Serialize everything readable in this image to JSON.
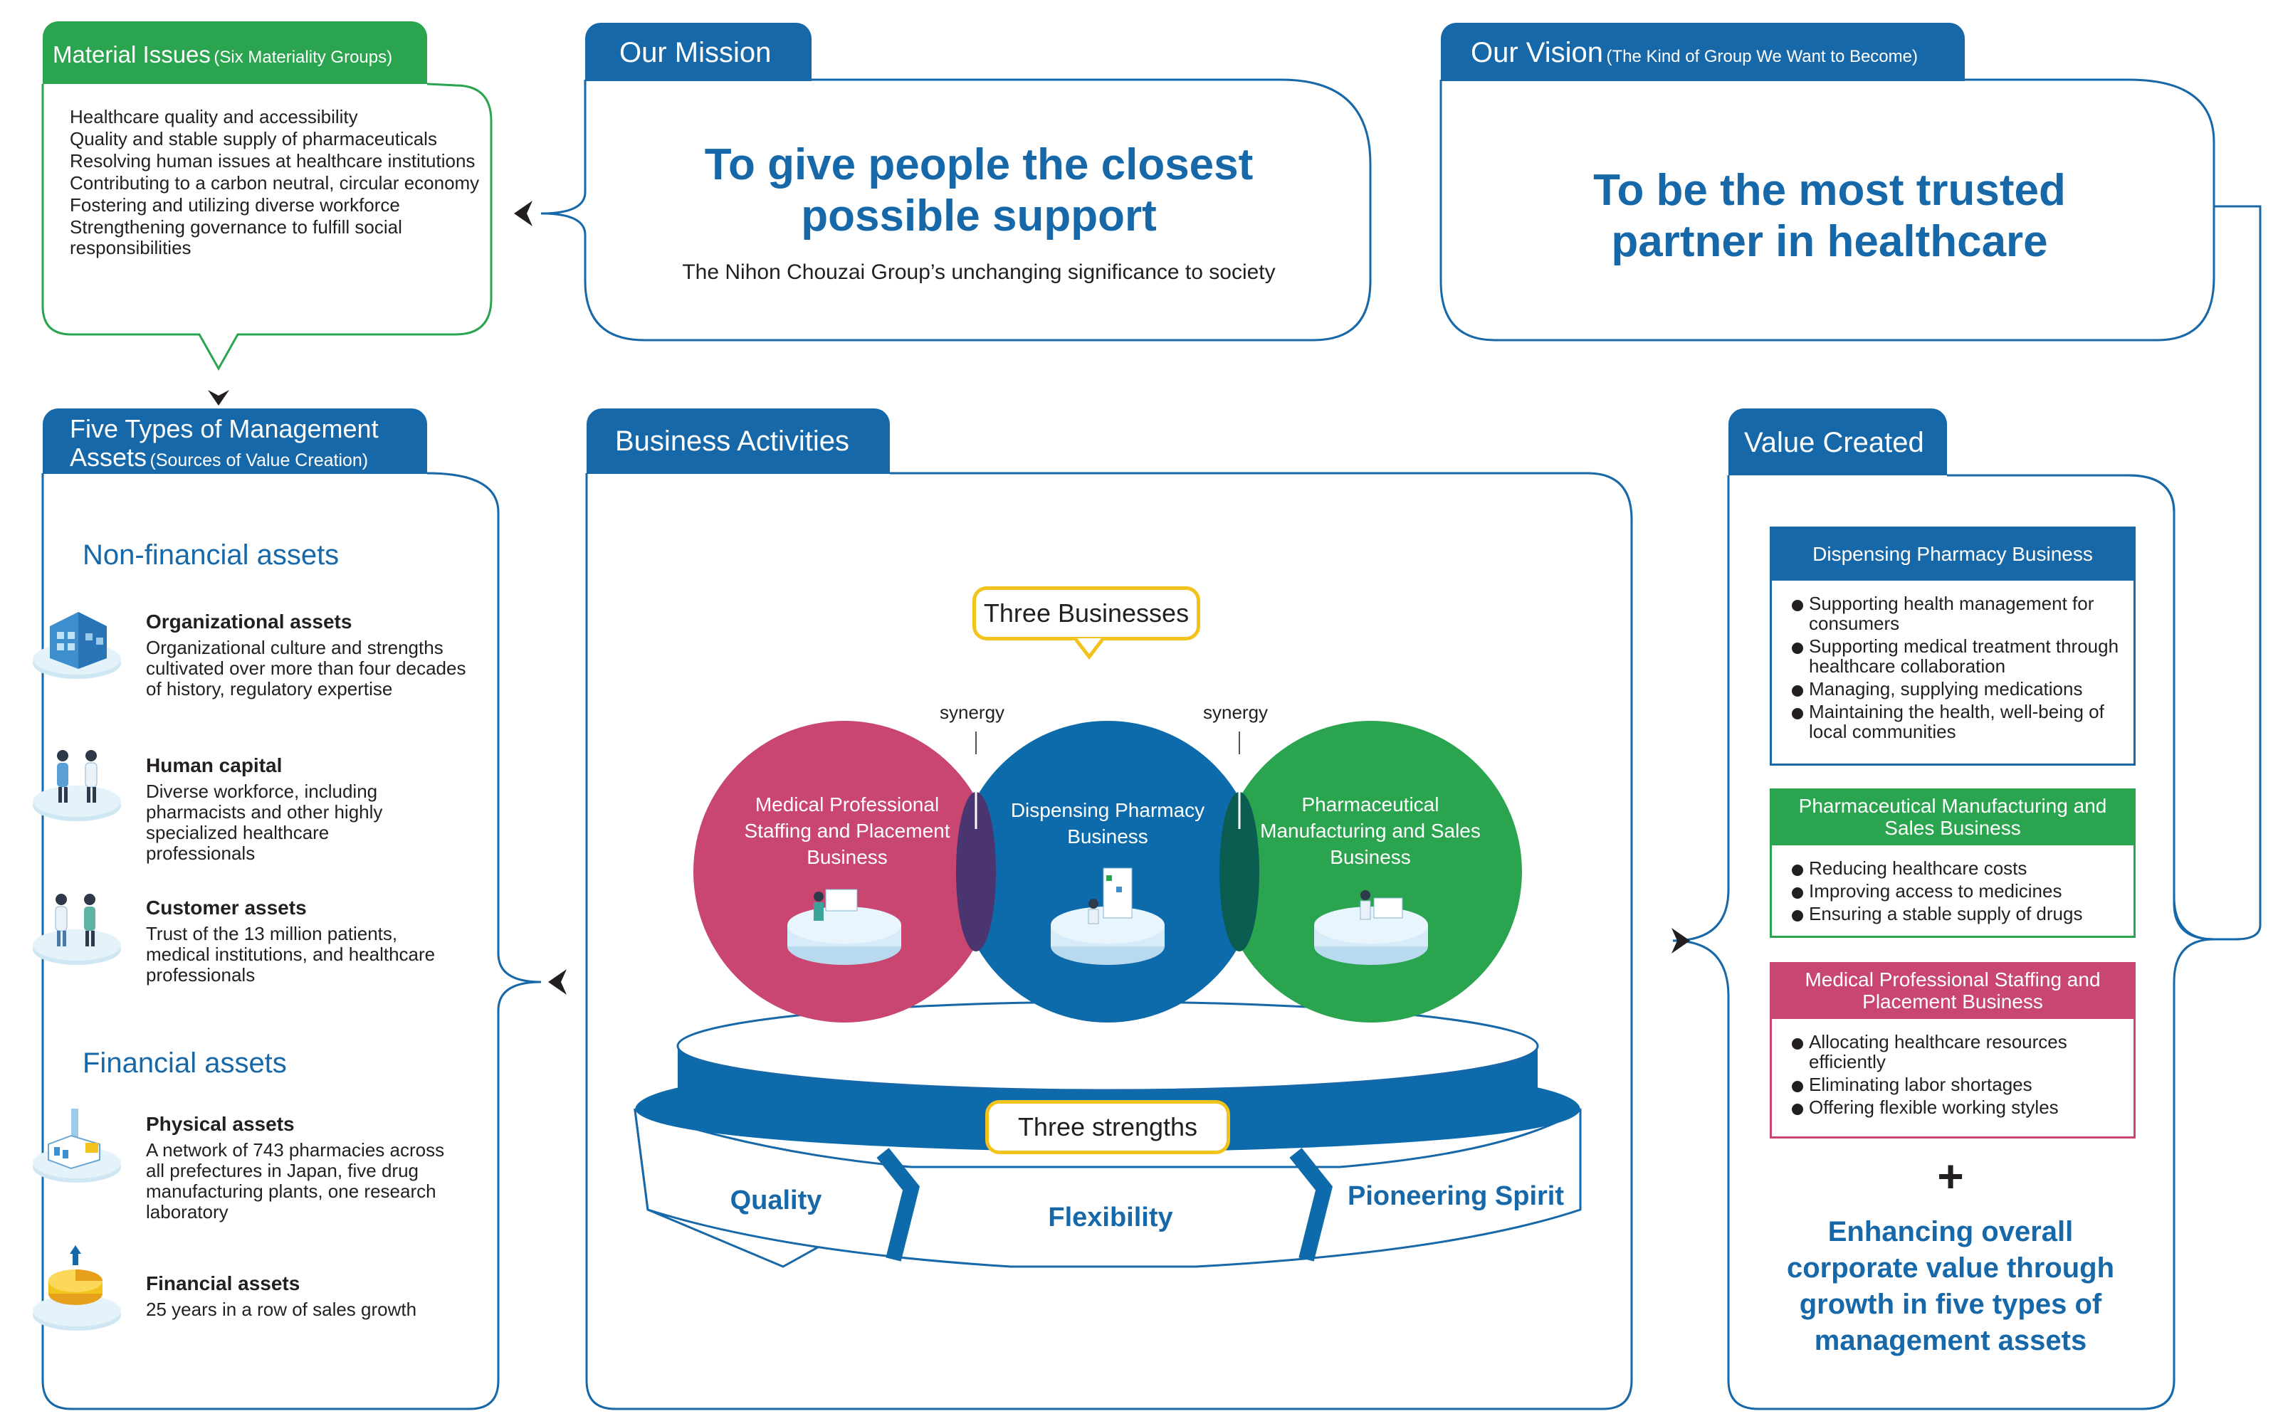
{
  "material": {
    "title": "Material Issues",
    "subtitle": "(Six Materiality Groups)",
    "items": [
      "Healthcare quality and accessibility",
      "Quality and stable supply of pharmaceuticals",
      "Resolving human issues at healthcare institutions",
      "Contributing to a carbon neutral, circular economy",
      "Fostering and utilizing diverse workforce",
      "Strengthening governance to fulfill social responsibilities"
    ]
  },
  "mission": {
    "tab": "Our Mission",
    "headline_1": "To give people the closest",
    "headline_2": "possible support",
    "caption": "The Nihon Chouzai Group’s unchanging significance to society"
  },
  "vision": {
    "tab": "Our Vision",
    "subtitle": "(The Kind of Group We Want to Become)",
    "headline_1": "To be the most trusted",
    "headline_2": "partner in healthcare"
  },
  "assets": {
    "tab_1": "Five Types of Management",
    "tab_2": "Assets",
    "subtitle": "(Sources of Value Creation)",
    "nonfinancial_heading": "Non-financial assets",
    "financial_heading": "Financial assets",
    "items": [
      {
        "title": "Organizational assets",
        "desc": "Organizational culture and strengths cultivated over more than four decades of history, regulatory expertise"
      },
      {
        "title": "Human capital",
        "desc": "Diverse workforce, including pharmacists and other highly specialized healthcare professionals"
      },
      {
        "title": "Customer assets",
        "desc": "Trust of the 13 million patients, medical institutions, and healthcare professionals"
      },
      {
        "title": "Physical assets",
        "desc": "A network of 743 pharmacies across all prefectures in Japan, five drug manufacturing plants, one research laboratory"
      },
      {
        "title": "Financial assets",
        "desc": "25 years in a row of sales growth"
      }
    ]
  },
  "business": {
    "tab": "Business Activities",
    "three_businesses": "Three Businesses",
    "synergy": "synergy",
    "circles": [
      "Medical Professional Staffing and Placement Business",
      "Dispensing Pharmacy Business",
      "Pharmaceutical Manufacturing and Sales Business"
    ],
    "three_strengths": "Three strengths",
    "strengths": [
      "Quality",
      "Flexibility",
      "Pioneering Spirit"
    ]
  },
  "value": {
    "tab": "Value Created",
    "sections": [
      {
        "title": "Dispensing Pharmacy Business",
        "items": [
          "Supporting health management for consumers",
          "Supporting medical treatment through healthcare collaboration",
          "Managing, supplying medications",
          "Maintaining the health, well-being of local communities"
        ]
      },
      {
        "title": "Pharmaceutical Manufacturing and Sales Business",
        "items": [
          "Reducing healthcare costs",
          "Improving access to medicines",
          "Ensuring a stable supply of drugs"
        ]
      },
      {
        "title": "Medical Professional Staffing and Placement Business",
        "items": [
          "Allocating healthcare resources efficiently",
          "Eliminating labor shortages",
          "Offering flexible working styles"
        ]
      }
    ],
    "plus": "+",
    "summary": "Enhancing overall corporate value through growth in five types of management assets"
  },
  "colors": {
    "blue": "#0e6bab",
    "green": "#2aa44f",
    "magenta": "#c8466f",
    "yellow": "#f2c31b",
    "text_blue": "#1768a8"
  }
}
